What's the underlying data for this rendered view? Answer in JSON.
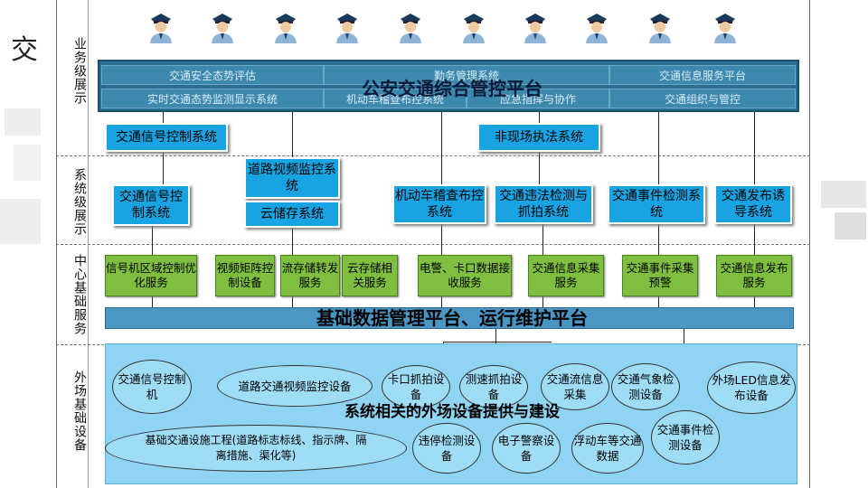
{
  "title_char": "交",
  "side_labels": [
    "业务级展示",
    "系统级展示",
    "中心基础服务",
    "外场基础设备"
  ],
  "top_platform": {
    "title": "公安交通综合管控平台",
    "cells_row1": [
      "交通安全态势评估",
      "勤务管理系统",
      "交通信息服务平台"
    ],
    "cells_row2": [
      "实时交通态势监测显示系统",
      "机动车稽查布控系统",
      "应急指挥与协作",
      "交通组织与管控"
    ]
  },
  "system_top": {
    "signal": "交通信号控制系统",
    "nonsite": "非现场执法系统"
  },
  "system_boxes": {
    "video": "道路视频监控系统",
    "cloud": "云储存系统",
    "signal": "交通信号控制系统",
    "vehicle": "机动车稽查布控系统",
    "violation": "交通违法检测与抓拍系统",
    "incident": "交通事件检测系统",
    "release": "交通发布诱导系统"
  },
  "services": [
    "信号机区域控制优化服务",
    "视频矩阵控制设备",
    "流存储转发服务",
    "云存储相关服务",
    "电警、卡口数据接收服务",
    "交通信息采集服务",
    "交通事件采集预警",
    "交通信息发布服务"
  ],
  "mid_platform": "基础数据管理平台、运行维护平台",
  "field": {
    "title": "系统相关的外场设备提供与建设",
    "devices": [
      "交通信号控制机",
      "道路交通视频监控设备",
      "卡口抓拍设备",
      "测速抓拍设备",
      "交通流信息采集",
      "交通气象检测设备",
      "外场LED信息发布设备",
      "基础交通设施工程(道路标志标线、指示牌、隔离措施、渠化等)",
      "违停检测设备",
      "电子警察设备",
      "浮动车等交通数据",
      "交通事件检测设备"
    ]
  },
  "colors": {
    "blue_box": "#18a3e3",
    "green_box": "#7fbf3f",
    "band": "#2a6f92",
    "field_bg": "#8fd4f2"
  }
}
